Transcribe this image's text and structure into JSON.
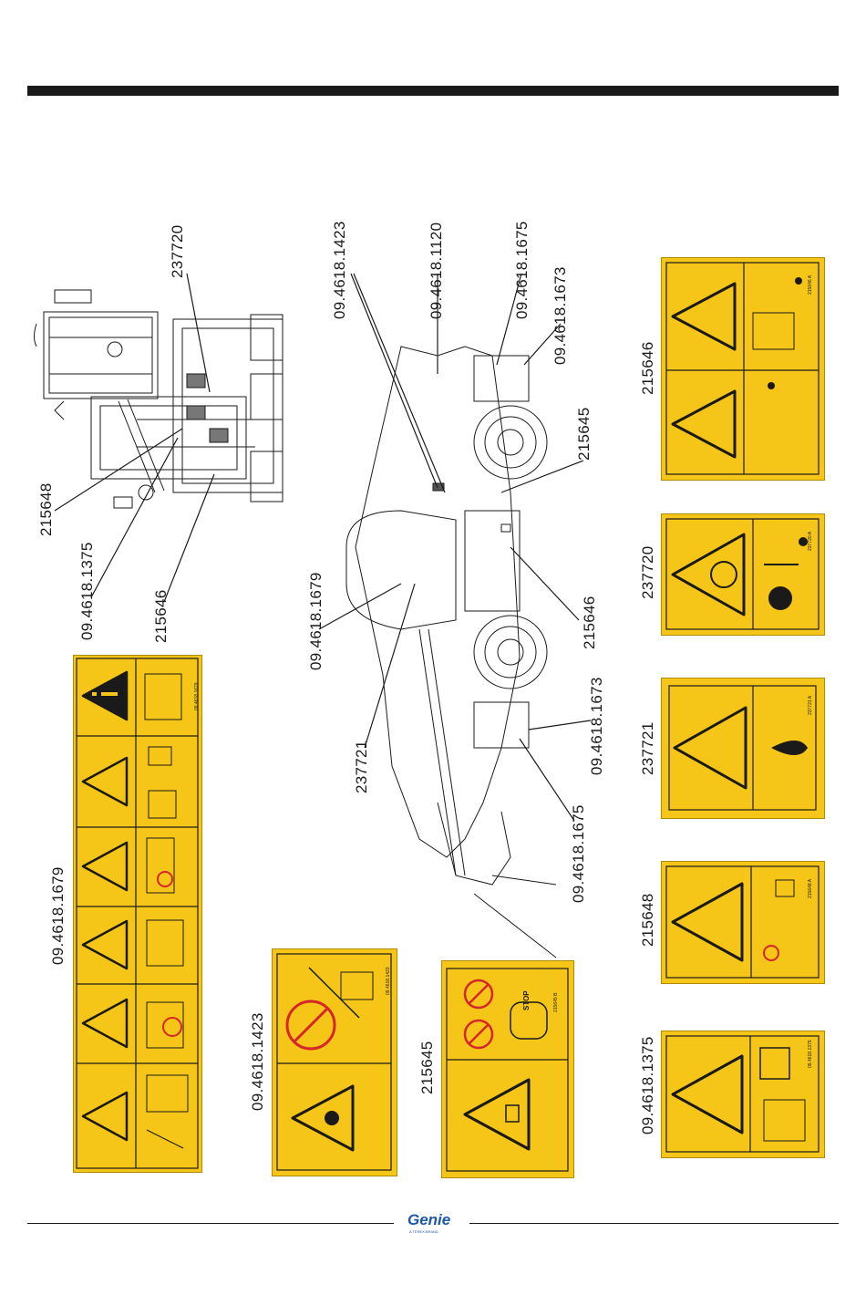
{
  "header": {
    "rule": "top-rule"
  },
  "machine_callouts": {
    "top_view": [
      "237720",
      "215648",
      "09.4618.1375",
      "215646"
    ],
    "side_view": [
      "09.4618.1423",
      "09.4618.1120",
      "09.4618.1675",
      "09.4618.1673",
      "215645",
      "09.4618.1679",
      "237721",
      "215646",
      "09.4618.1673",
      "09.4618.1675"
    ]
  },
  "decals": {
    "d1679": {
      "label": "09.4618.1679",
      "code": "09.4618.1679"
    },
    "d1423": {
      "label": "09.4618.1423",
      "code": "09.4618.1423"
    },
    "d215645": {
      "label": "215645",
      "code": "215645 B",
      "stop": "STOP"
    },
    "d215646": {
      "label": "215646",
      "code": "215646 A"
    },
    "d237720": {
      "label": "237720",
      "code": "237720 A"
    },
    "d237721": {
      "label": "237721",
      "code": "237721 A"
    },
    "d215648": {
      "label": "215648",
      "code": "215648 A"
    },
    "d1375": {
      "label": "09.4618.1375",
      "code": "09.4618.1375"
    }
  },
  "footer": {
    "brand": "Genie",
    "tagline": "A TEREX BRAND"
  },
  "colors": {
    "decal_yellow": "#f5c518",
    "ink": "#1a1a1a",
    "brand_blue": "#1f58a8",
    "prohibit_red": "#d7262b"
  }
}
